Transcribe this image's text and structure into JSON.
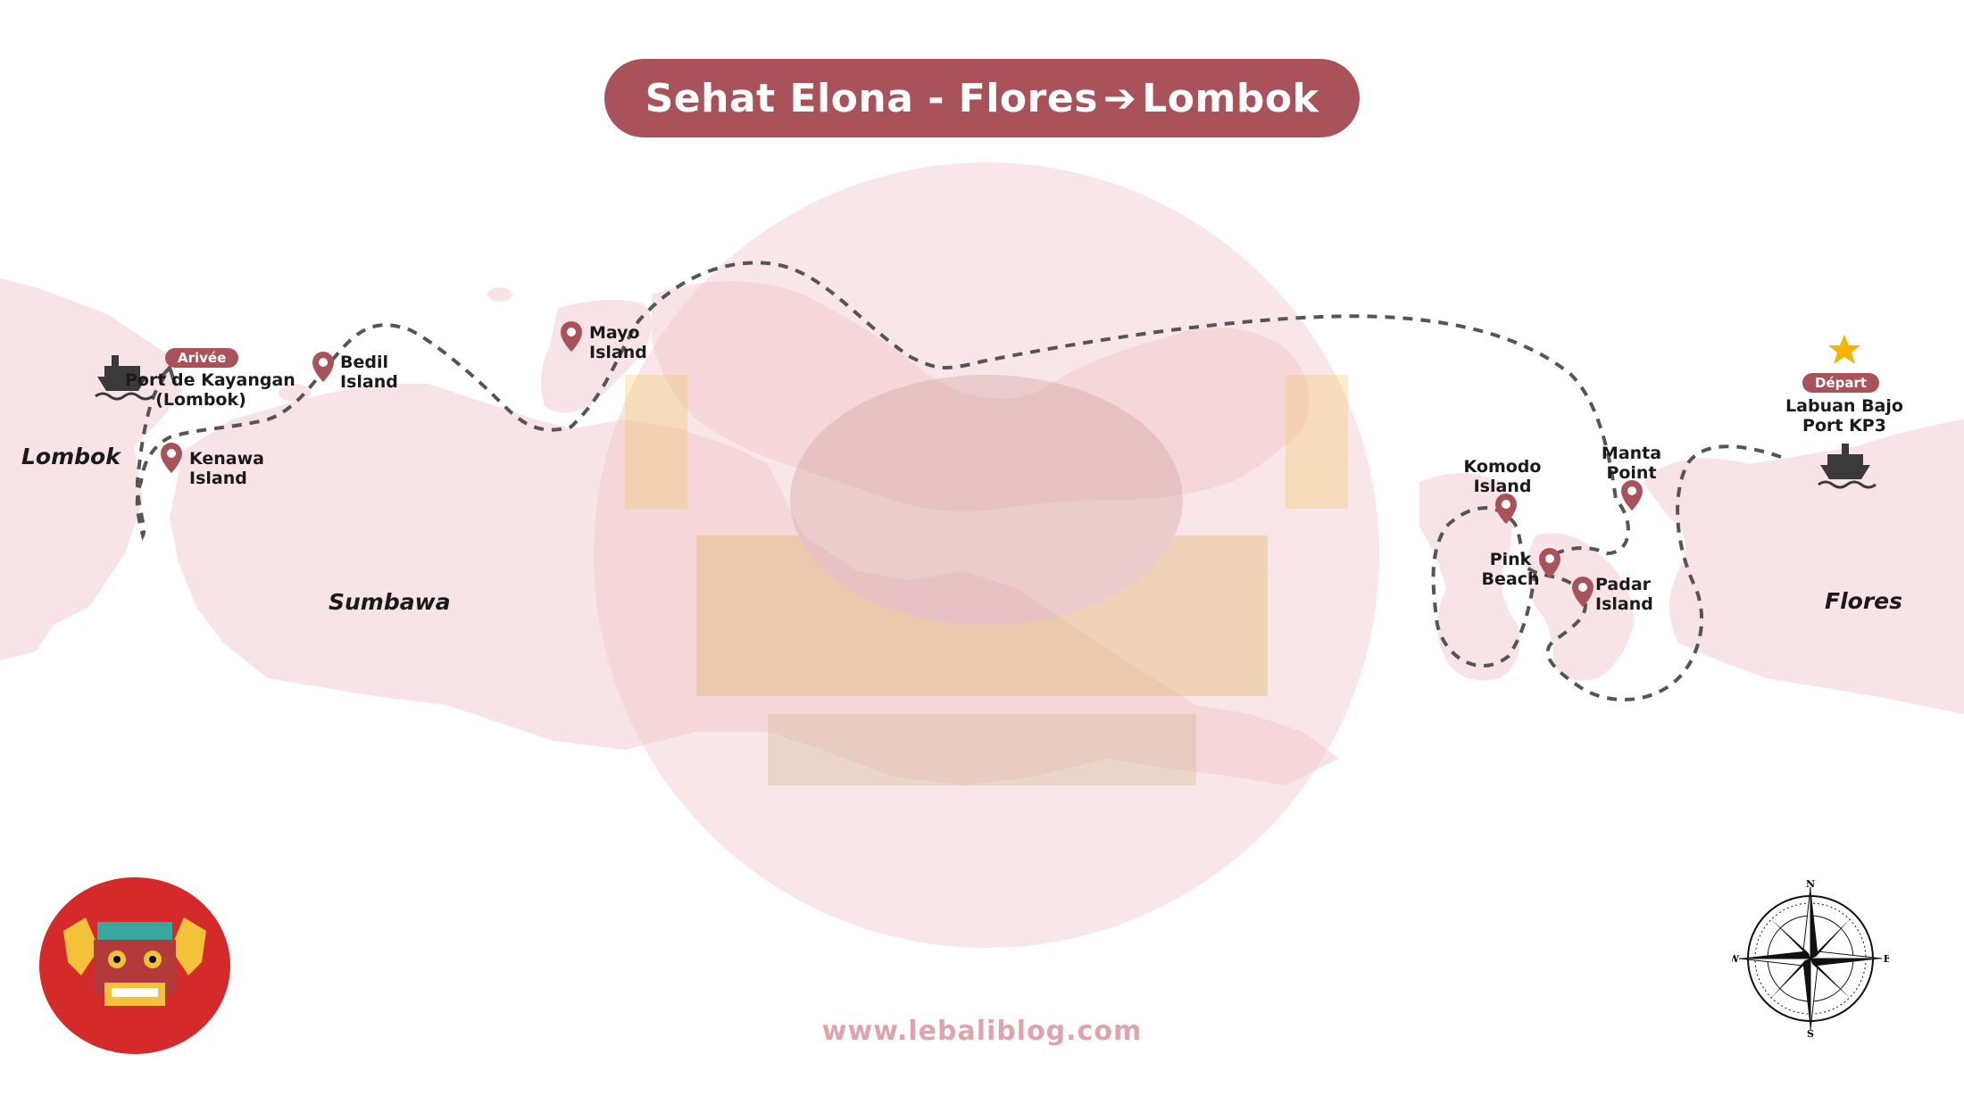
{
  "title": {
    "left": "Sehat Elona - Flores",
    "arrow": "➔",
    "right": "Lombok"
  },
  "regions": {
    "lombok": "Lombok",
    "sumbawa": "Sumbawa",
    "flores": "Flores"
  },
  "badges": {
    "arrival": "Arivée",
    "departure": "Départ"
  },
  "places": {
    "kayangan": [
      "Port de Kayangan",
      "(Lombok)"
    ],
    "kenawa": [
      "Kenawa",
      "Island"
    ],
    "bedil": [
      "Bedil",
      "Island"
    ],
    "mayo": [
      "Mayo",
      "Island"
    ],
    "komodo": [
      "Komodo",
      "Island"
    ],
    "manta": [
      "Manta",
      "Point"
    ],
    "pink": [
      "Pink",
      "Beach"
    ],
    "padar": [
      "Padar",
      "Island"
    ],
    "labuan": [
      "Labuan Bajo",
      "Port KP3"
    ]
  },
  "website": "www.lebaliblog.com",
  "colors": {
    "accent": "#a9525a",
    "land": "#f8e3e6",
    "route": "#555555",
    "star": "#f4b400"
  },
  "icons": {
    "ship": "ship-icon",
    "pin": "map-pin-icon",
    "star": "star-icon",
    "compass": "compass-rose-icon",
    "logo": "barong-mask-logo"
  }
}
